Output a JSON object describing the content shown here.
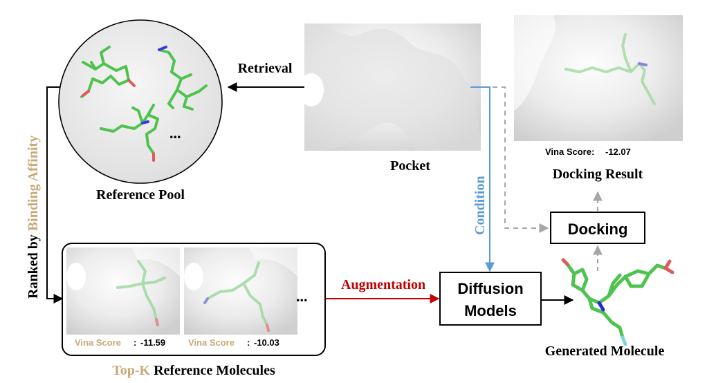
{
  "labels": {
    "retrieval": "Retrieval",
    "reference_pool": "Reference Pool",
    "pocket": "Pocket",
    "condition": "Condition",
    "docking_result": "Docking Result",
    "docking_box": "Docking",
    "ranked_prefix": "Ranked by ",
    "ranked_highlight": "Binding Affinity",
    "augmentation": "Augmentation",
    "diffusion_line1": "Diffusion",
    "diffusion_line2": "Models",
    "generated_molecule": "Generated Molecule",
    "topk_highlight": "Top-K",
    "topk_rest": " Reference Molecules",
    "ellipsis": "...",
    "vina_label": "Vina Score",
    "vina_colon": ": "
  },
  "scores": {
    "docking_result": "-12.07",
    "ref1": "-11.59",
    "ref2": "-10.03"
  },
  "colors": {
    "black_arrow": "#000000",
    "condition_blue": "#5b9bd5",
    "augmentation_red": "#c00000",
    "highlight_tan": "#c8a877",
    "docking_gray": "#a6a6a6",
    "molecule_green": "#4ec34e",
    "surface_gray": "#e8e8e8"
  },
  "icons": [
    "molecule-icon",
    "pocket-surface-icon"
  ]
}
